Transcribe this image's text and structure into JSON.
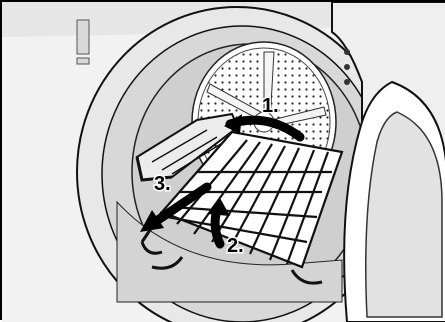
{
  "steps": [
    {
      "label": "1."
    },
    {
      "label": "2."
    },
    {
      "label": "3."
    }
  ],
  "icons": {
    "arrow": "curved-arrow-icon"
  }
}
